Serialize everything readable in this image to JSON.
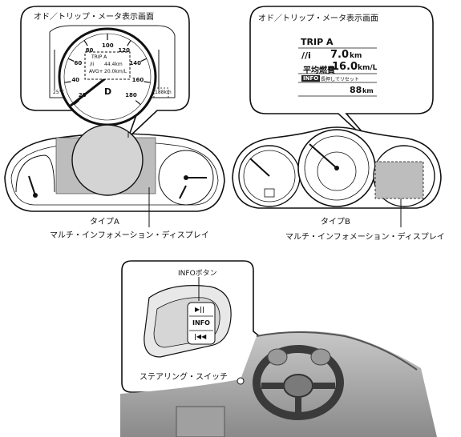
{
  "callout_a": {
    "title": "オド／トリップ・メータ表示画面",
    "speed_ticks": [
      "20",
      "40",
      "60",
      "80",
      "100",
      "120",
      "140",
      "160",
      "180"
    ],
    "trip_label": "TRIP A",
    "trip_line1_icon": "/ii",
    "trip_line1_value": "44.4km",
    "trip_line2_label": "AVG+",
    "trip_line2_value": "20.0km/L",
    "gear": "D",
    "temp": "25℃",
    "odo_small": "188km"
  },
  "callout_b": {
    "title": "オド／トリップ・メータ表示画面",
    "trip_label": "TRIP A",
    "trip_icon": "//i",
    "trip_value": "7.0",
    "trip_unit": "km",
    "avg_label": "平均燃費",
    "avg_value": "16.0",
    "avg_unit": "km/L",
    "info_badge": "INFO",
    "info_text": "長押しでリセット",
    "odo_value": "88",
    "odo_unit": "km"
  },
  "type_a_label": "タイプA",
  "type_b_label": "タイプB",
  "mid_a_caption": "マルチ・インフォメーション・ディスプレイ",
  "mid_b_caption": "マルチ・インフォメーション・ディスプレイ",
  "switch": {
    "info_button_caption": "INFOボタン",
    "info_key": "INFO",
    "play_key": "▶||",
    "prev_key": "|◀◀",
    "steering_switch_caption": "ステアリング・スイッチ"
  }
}
